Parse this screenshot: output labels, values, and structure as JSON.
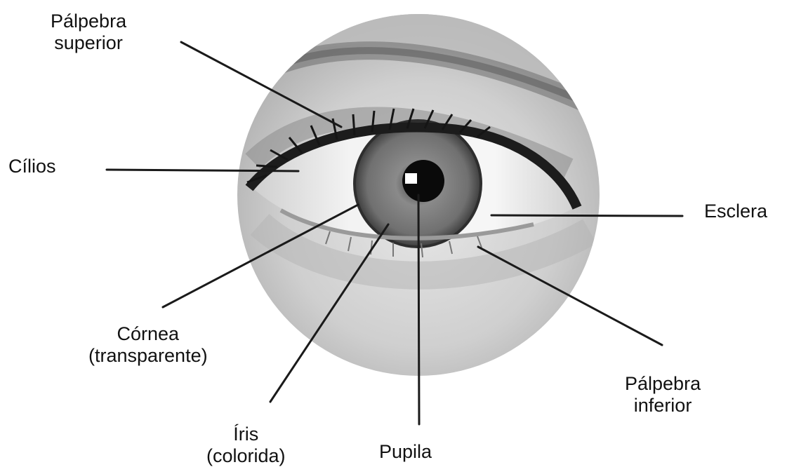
{
  "labels": {
    "palpebra_superior": [
      "Pálpebra",
      "superior"
    ],
    "cilios": [
      "Cílios"
    ],
    "esclera": [
      "Esclera"
    ],
    "cornea": [
      "Córnea",
      "(transparente)"
    ],
    "palpebra_inferior": [
      "Pálpebra",
      "inferior"
    ],
    "iris": [
      "Íris",
      "(colorida)"
    ],
    "pupila": [
      "Pupila"
    ]
  },
  "colors": {
    "line": "#1a1a1a",
    "skin_light": "#d9d9d9",
    "skin_dark": "#8c8c8c",
    "iris": "#6f6f6f",
    "pupil": "#0a0a0a",
    "sclera": "#f2f2f2"
  }
}
